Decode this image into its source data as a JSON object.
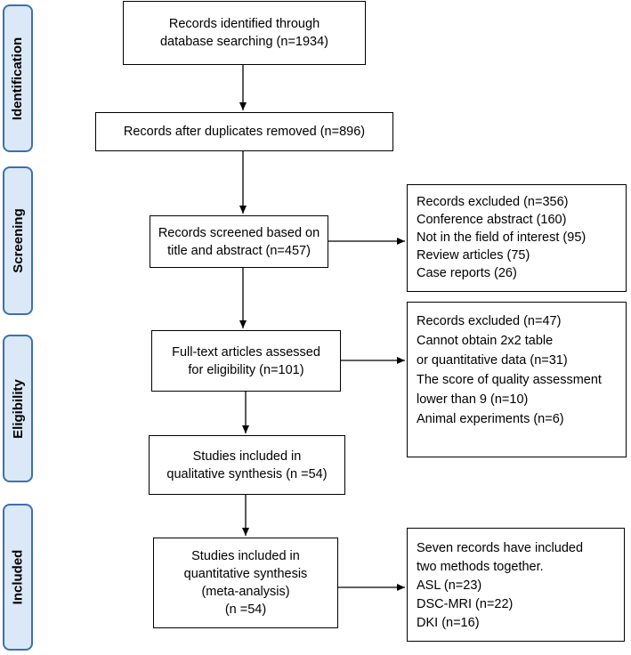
{
  "phases": {
    "identification": "Identification",
    "screening": "Screening",
    "eligibility": "Eligibility",
    "included": "Included"
  },
  "boxes": {
    "identified": [
      "Records identified through",
      "database searching  (n=1934)"
    ],
    "duplicates_removed": [
      "Records after duplicates removed  (n=896)"
    ],
    "screened": [
      "Records screened based on",
      "title and abstract (n=457)"
    ],
    "excluded_screening": [
      "Records excluded (n=356)",
      "Conference abstract (160)",
      "Not in the field of interest (95)",
      "Review articles (75)",
      "Case reports (26)"
    ],
    "fulltext": [
      "Full-text articles assessed",
      "for eligibility  (n=101)"
    ],
    "excluded_eligibility": [
      "Records excluded (n=47)",
      "Cannot obtain 2x2 table",
      "or quantitative data (n=31)",
      "The score of quality assessment",
      "lower than 9  (n=10)",
      "Animal experiments  (n=6)"
    ],
    "qualitative": [
      "Studies included in",
      "qualitative synthesis (n =54)"
    ],
    "quantitative": [
      "Studies included in",
      "quantitative synthesis",
      "(meta-analysis)",
      "(n =54)"
    ],
    "methods": [
      "Seven records have included",
      "two methods together.",
      "ASL  (n=23)",
      "DSC-MRI  (n=22)",
      "DKI  (n=16)"
    ]
  }
}
